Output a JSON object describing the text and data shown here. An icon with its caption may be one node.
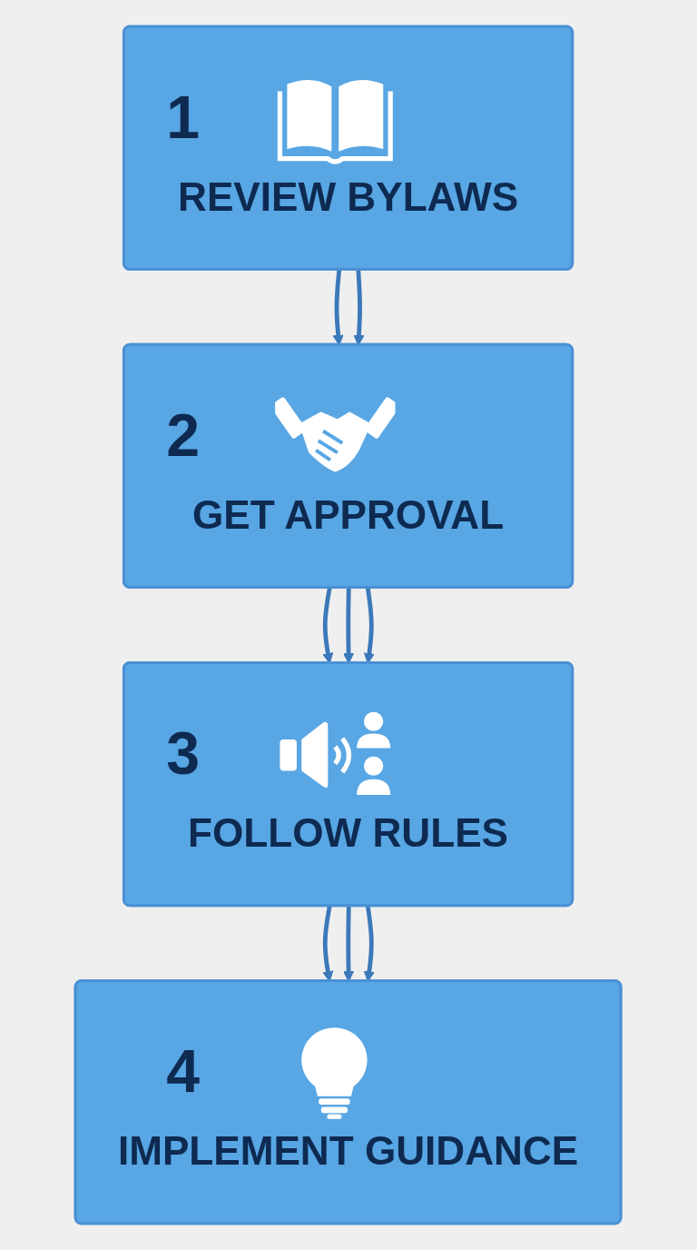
{
  "diagram": {
    "nodes": [
      {
        "text": [
          "1",
          "REVIEW BYLAWS"
        ]
      },
      {
        "text": [
          "2",
          "GET APPROVAL"
        ]
      },
      {
        "text": [
          "3",
          "FOLLOW RULES"
        ]
      },
      {
        "text": [
          "4",
          "IMPLEMENT GUIDANCE"
        ]
      }
    ],
    "edges": [
      {
        "from": 0,
        "to": 1,
        "arrow": "to"
      },
      {
        "from": 0,
        "to": 1,
        "arrow": "to"
      },
      {
        "from": 1,
        "to": 2,
        "arrow": "to"
      },
      {
        "from": 1,
        "to": 2,
        "arrow": "to"
      },
      {
        "from": 1,
        "to": 2,
        "arrow": "to"
      },
      {
        "from": 2,
        "to": 3,
        "arrow": "to"
      },
      {
        "from": 2,
        "to": 3,
        "arrow": "to"
      },
      {
        "from": 2,
        "to": 3,
        "arrow": "to"
      }
    ]
  }
}
